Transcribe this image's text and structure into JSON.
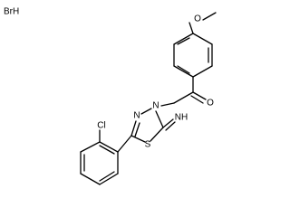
{
  "molecule": {
    "salt": "BrH",
    "atoms": {
      "methoxy_o": "O",
      "ketone_o": "O",
      "ring_n_alkyl": "N",
      "ring_n_azo": "N",
      "ring_s": "S",
      "imine": "NH",
      "chloro": "Cl"
    }
  }
}
